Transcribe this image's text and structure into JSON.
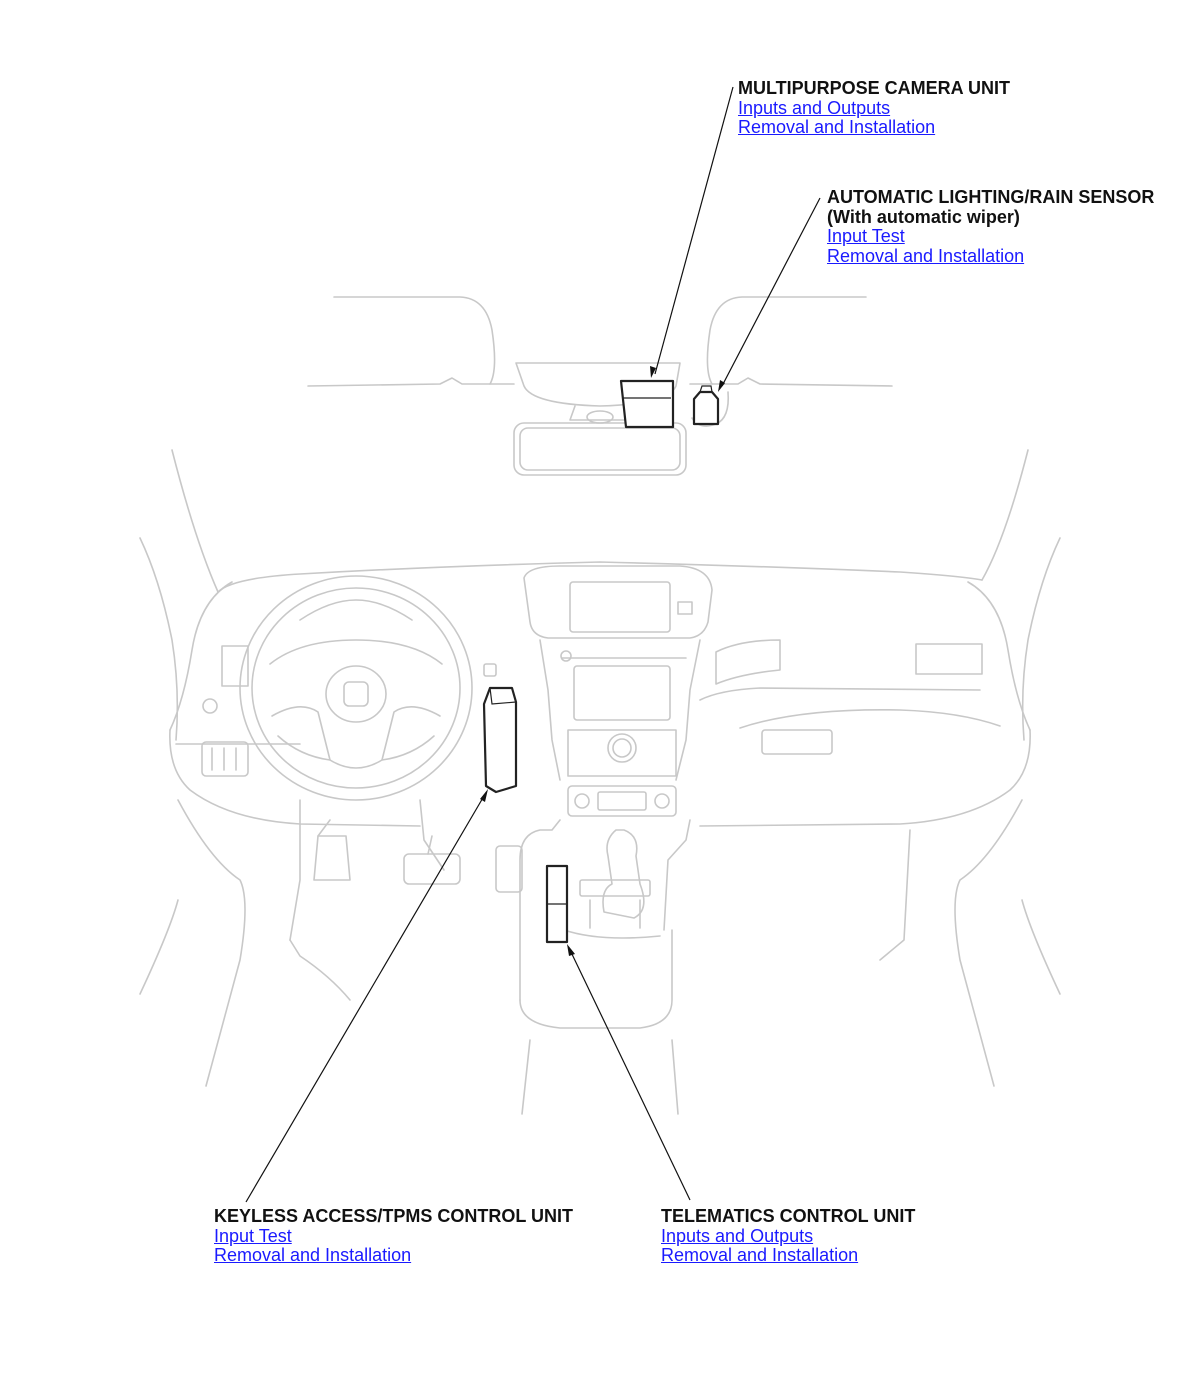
{
  "callouts": [
    {
      "id": "camera",
      "title": "MULTIPURPOSE CAMERA UNIT",
      "subtitle": "",
      "links": [
        "Inputs and Outputs",
        "Removal and Installation"
      ]
    },
    {
      "id": "sensor",
      "title": "AUTOMATIC LIGHTING/RAIN SENSOR",
      "subtitle": "(With automatic wiper)",
      "links": [
        "Input Test",
        "Removal and Installation"
      ]
    },
    {
      "id": "keyless",
      "title": "KEYLESS ACCESS/TPMS CONTROL UNIT",
      "subtitle": "",
      "links": [
        "Input Test",
        "Removal and Installation"
      ]
    },
    {
      "id": "telematics",
      "title": "TELEMATICS CONTROL UNIT",
      "subtitle": "",
      "links": [
        "Inputs and Outputs",
        "Removal and Installation"
      ]
    }
  ],
  "colors": {
    "link": "#1a1aff",
    "title": "#111111",
    "outline": "#c8c8c8",
    "component": "#222222"
  }
}
